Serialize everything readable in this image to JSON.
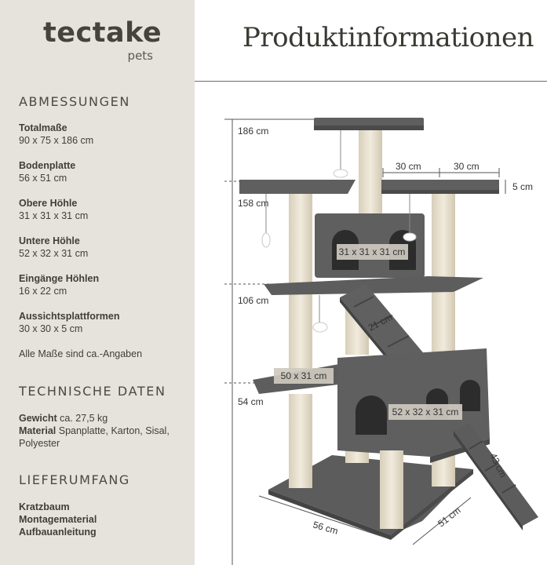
{
  "logo": {
    "brand": "tectake",
    "sub": "pets"
  },
  "headline": "Produktinformationen",
  "dimensions": {
    "title": "ABMESSUNGEN",
    "items": [
      {
        "label": "Totalmaße",
        "value": "90 x 75 x 186 cm"
      },
      {
        "label": "Bodenplatte",
        "value": "56 x 51 cm"
      },
      {
        "label": "Obere Höhle",
        "value": "31 x 31 x 31 cm"
      },
      {
        "label": "Untere Höhle",
        "value": "52 x 32 x 31 cm"
      },
      {
        "label": "Eingänge Höhlen",
        "value": "16 x 22 cm"
      },
      {
        "label": "Aussichtsplattformen",
        "value": "30 x 30 x 5 cm"
      }
    ],
    "note": "Alle Maße sind ca.-Angaben"
  },
  "technical": {
    "title": "TECHNISCHE DATEN",
    "weight_label": "Gewicht",
    "weight_value": "ca. 27,5 kg",
    "material_label": "Material",
    "material_value": "Spanplatte, Karton, Sisal, Polyester"
  },
  "delivery": {
    "title": "LIEFERUMFANG",
    "items": [
      "Kratzbaum",
      "Montagematerial",
      "Aufbauanleitung"
    ]
  },
  "figure": {
    "heights": [
      "186 cm",
      "158 cm",
      "106 cm",
      "54 cm"
    ],
    "platform_width_left": "30 cm",
    "platform_width_right": "30 cm",
    "platform_thickness": "5 cm",
    "upper_cave": "31 x 31 x 31 cm",
    "ramp_width": "21 cm",
    "side_platform": "50 x 31 cm",
    "lower_cave": "52 x 32 x 31 cm",
    "ladder_length": "43 cm",
    "base_width": "56 cm",
    "base_depth": "51 cm"
  },
  "colors": {
    "sidebar": "#e6e3dc",
    "plush": "#5b5b5b",
    "sisal": "#e9e1cf",
    "text": "#3a3a33"
  }
}
